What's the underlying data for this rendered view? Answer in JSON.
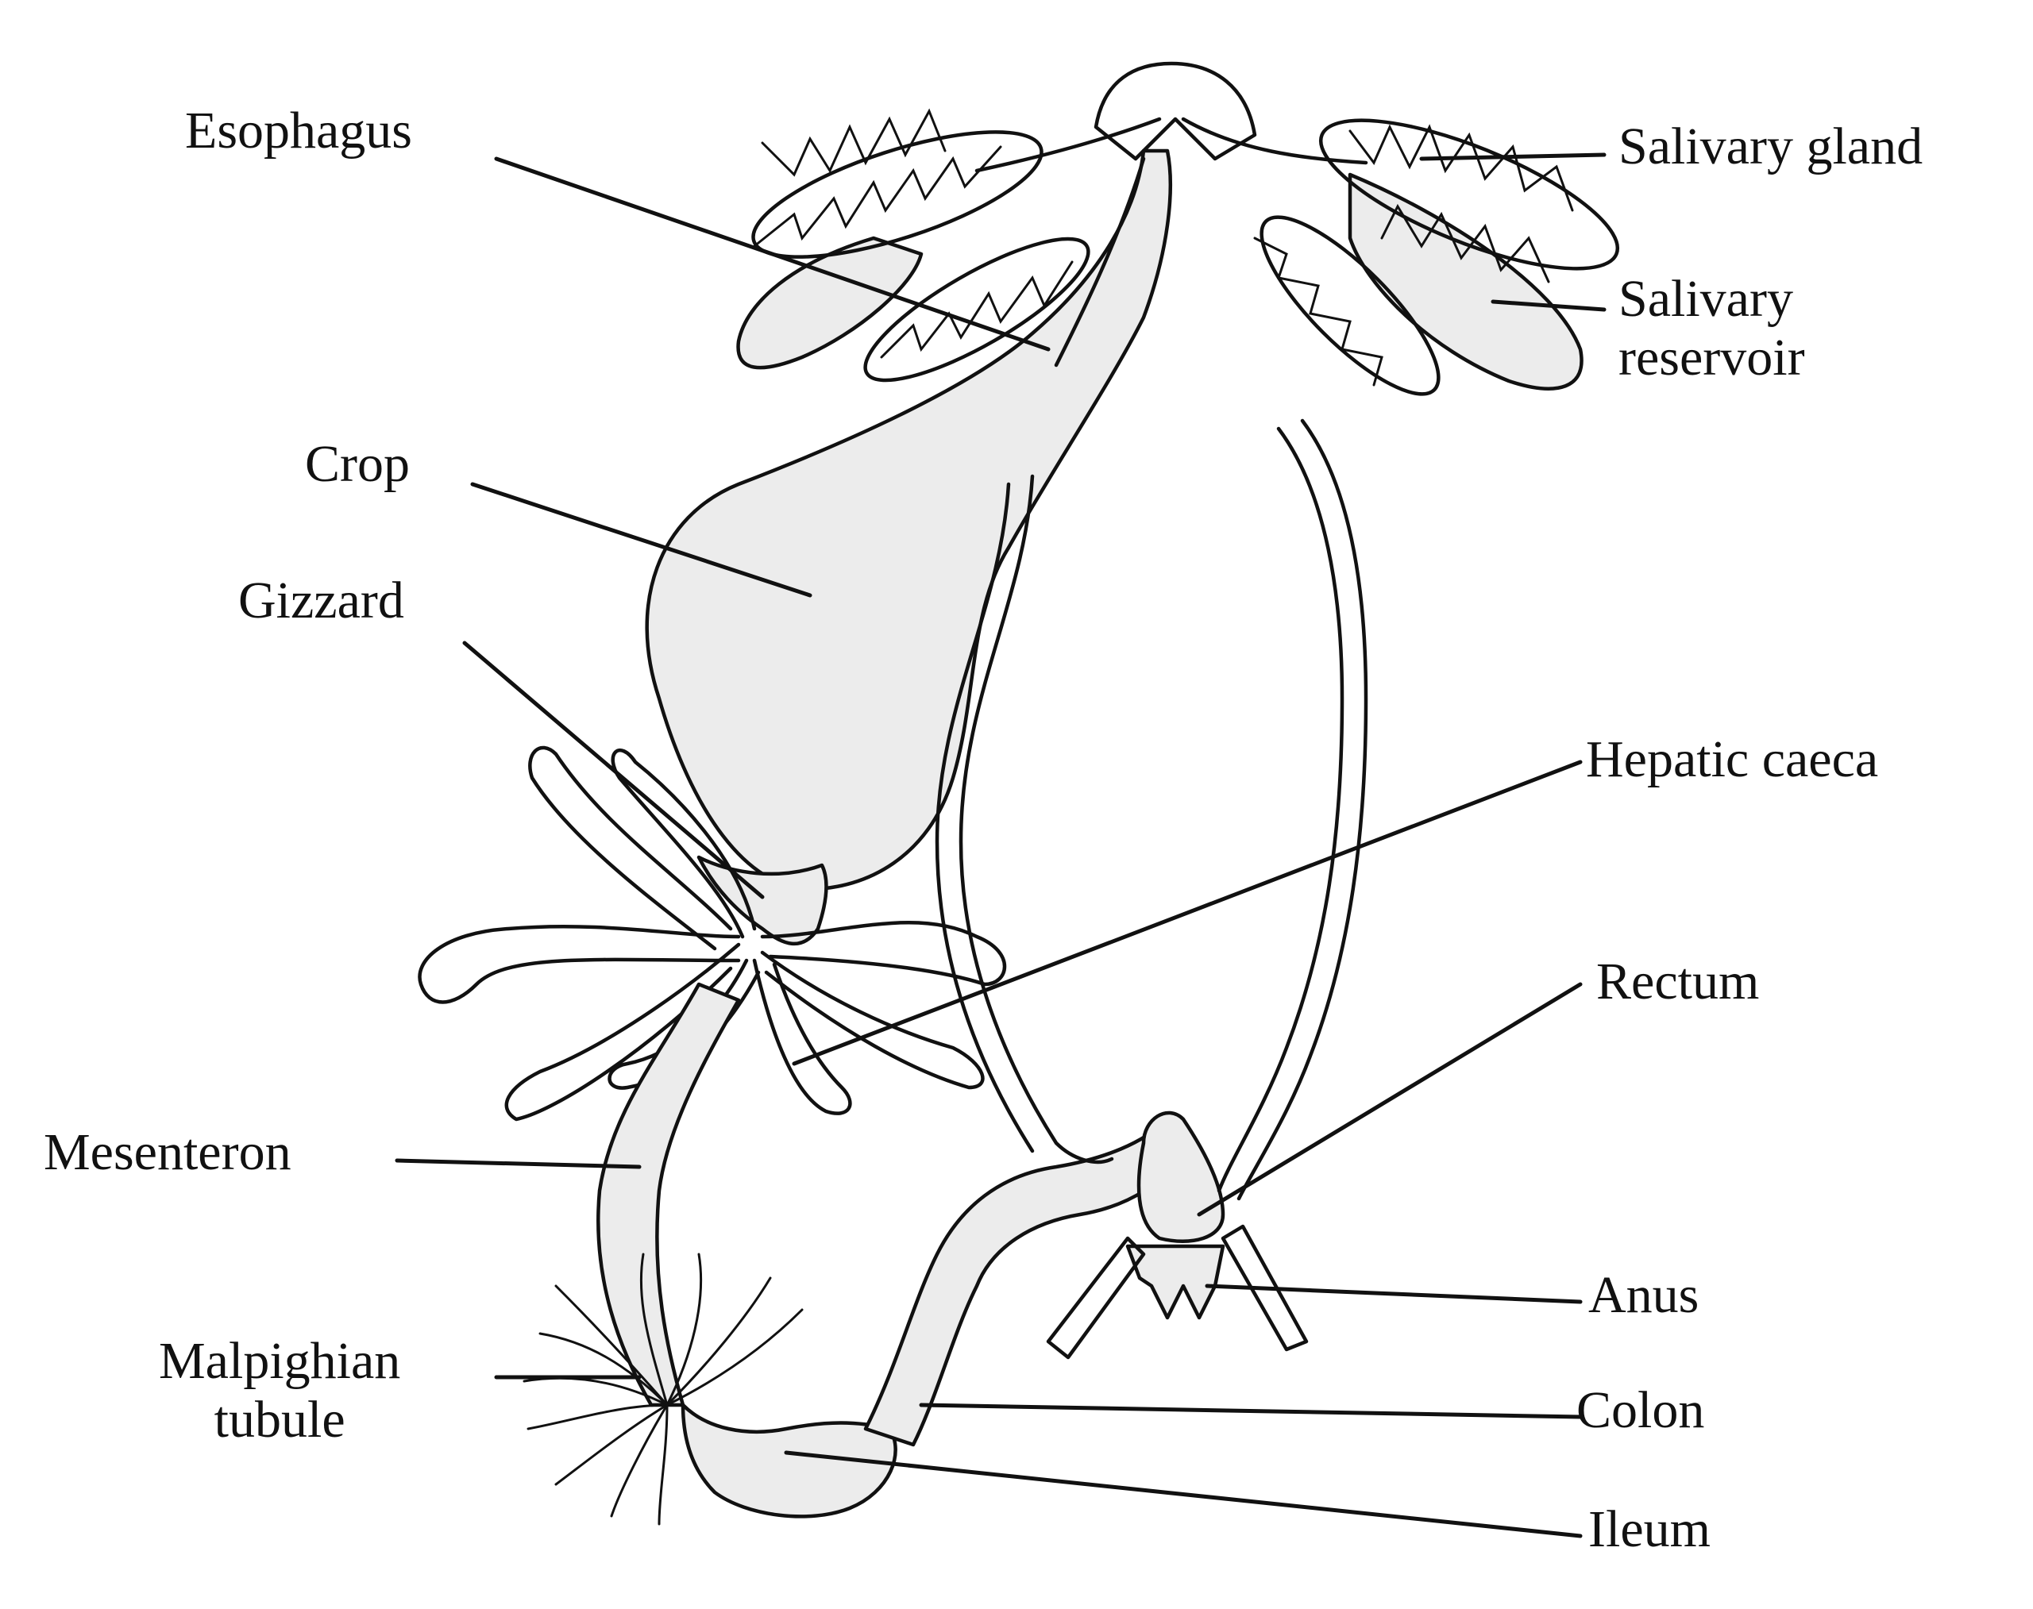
{
  "diagram": {
    "labels": {
      "esophagus": "Esophagus",
      "salivary_gland": "Salivary gland",
      "salivary_reservoir_line1": "Salivary",
      "salivary_reservoir_line2": "reservoir",
      "crop": "Crop",
      "gizzard": "Gizzard",
      "hepatic_caeca": "Hepatic caeca",
      "rectum": "Rectum",
      "mesenteron": "Mesenteron",
      "anus": "Anus",
      "malpighian_line1": "Malpighian",
      "malpighian_line2": "tubule",
      "colon": "Colon",
      "ileum": "Ileum"
    },
    "colors": {
      "ink": "#111111",
      "stipple": "#ececec",
      "background": "#ffffff"
    }
  }
}
